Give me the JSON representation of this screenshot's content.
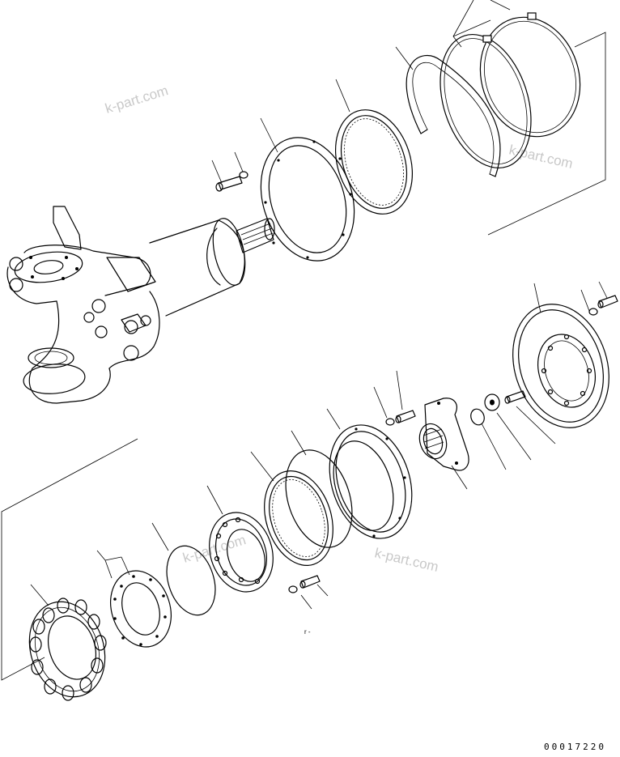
{
  "watermark": {
    "text_1": "k-part.com",
    "text_2": "k-part.com",
    "text_3": "k-part.com",
    "text_4": "k-part.com",
    "color": "#9a9a9a"
  },
  "drawing_number": "00017220",
  "stray_mark": "r -",
  "line_color": "#000000",
  "background_color": "#ffffff"
}
